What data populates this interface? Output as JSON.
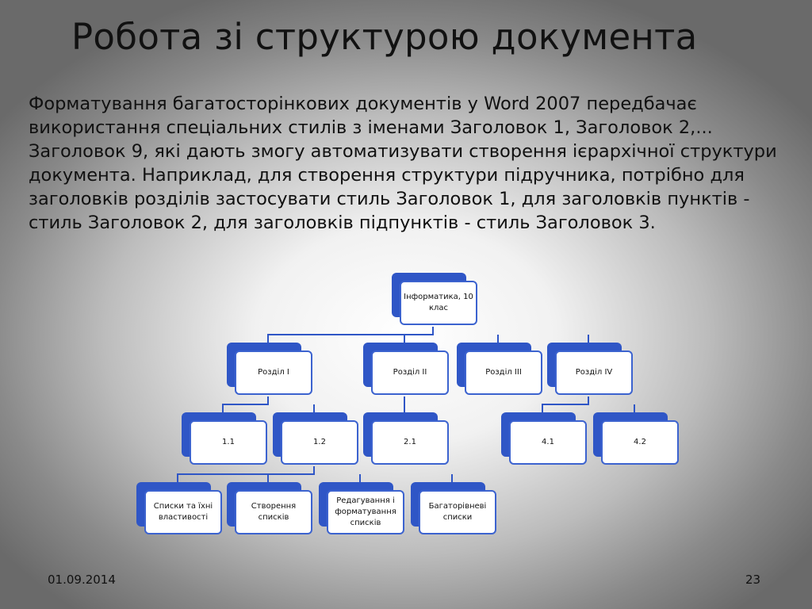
{
  "slide": {
    "title": "Робота зі структурою документа",
    "paragraph": "Форматування багатосторінкових документів у Word 2007 передбачає використання спеціальних стилів з іменами Заголовок 1, Заголовок 2,... Заголовок 9, які дають змогу автоматизувати створення ієрархічної структури документа. Наприклад, для створення структури підручника, потрібно для заголовків розділів застосувати стиль Заголовок 1, для заголовків пунктів - стиль Заголовок 2, для заголовків підпунктів - стиль Заголовок 3.",
    "footer_date": "01.09.2014",
    "footer_page": "23"
  },
  "hierarchy": {
    "root": "Інформатика, 10 клас",
    "sections": [
      {
        "label": "Розділ I",
        "items": [
          {
            "label": "1.1",
            "subitems": []
          },
          {
            "label": "1.2",
            "subitems": [
              "Списки та їхні властивості",
              "Створення списків",
              "Редагування і форматування списків",
              "Багаторівневі списки"
            ]
          }
        ]
      },
      {
        "label": "Розділ II",
        "items": [
          {
            "label": "2.1",
            "subitems": []
          }
        ]
      },
      {
        "label": "Розділ III",
        "items": []
      },
      {
        "label": "Розділ IV",
        "items": [
          {
            "label": "4.1",
            "subitems": []
          },
          {
            "label": "4.2",
            "subitems": []
          }
        ]
      }
    ]
  },
  "colors": {
    "node_shadow": "#2f56c6",
    "node_border": "#3c63cf",
    "connector": "#2f56c6"
  }
}
